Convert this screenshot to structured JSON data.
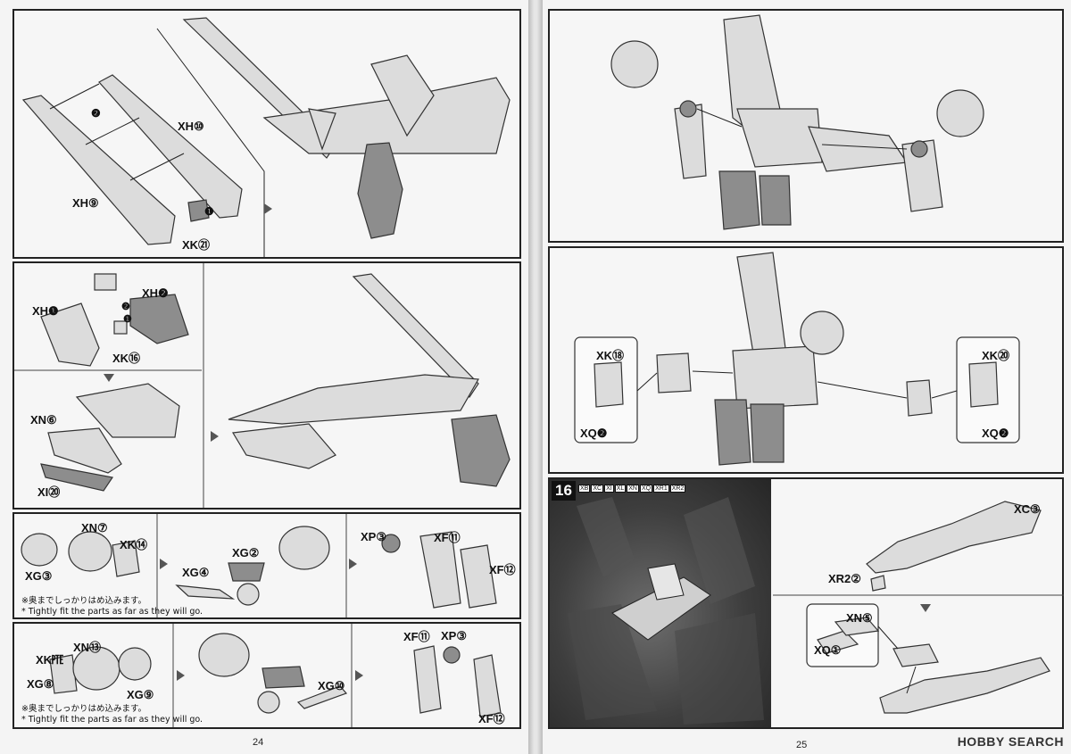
{
  "left_page": {
    "page_number": "24",
    "panel1": {
      "labels": [
        "XH⑩",
        "XH⑨",
        "XK㉑"
      ],
      "step_markers": [
        "❶",
        "❷"
      ]
    },
    "panel2": {
      "labels": [
        "XH❶",
        "XH❷",
        "XK⑯",
        "XN⑥",
        "XI⑳"
      ],
      "step_markers": [
        "❶",
        "❷"
      ]
    },
    "panel3": {
      "labels": [
        "XN⑦",
        "XK⑭",
        "XG③",
        "XG②",
        "XG④",
        "XP③",
        "XF⑪",
        "XF⑫"
      ],
      "note_jp": "※奥までしっかりはめ込みます。",
      "note_en": "* Tightly fit the parts as far as they will go."
    },
    "panel4": {
      "labels": [
        "XK㉐",
        "XN⑬",
        "XG⑨",
        "XG⑧",
        "XG⑩",
        "XF⑪",
        "XP③",
        "XF⑫"
      ],
      "note_jp": "※奥までしっかりはめ込みます。",
      "note_en": "* Tightly fit the parts as far as they will go."
    }
  },
  "right_page": {
    "page_number": "25",
    "panel2": {
      "labels": [
        "XK⑱",
        "XQ❷",
        "XK⑳",
        "XQ❷"
      ]
    },
    "step16": {
      "step_number": "16",
      "part_codes": [
        "XB",
        "XC",
        "XI",
        "XL",
        "XN",
        "XQ",
        "XR1",
        "XR2"
      ],
      "labels": [
        "XC③",
        "XR2②",
        "XN⑤",
        "XQ①"
      ]
    },
    "watermark": "HOBBY SEARCH"
  }
}
